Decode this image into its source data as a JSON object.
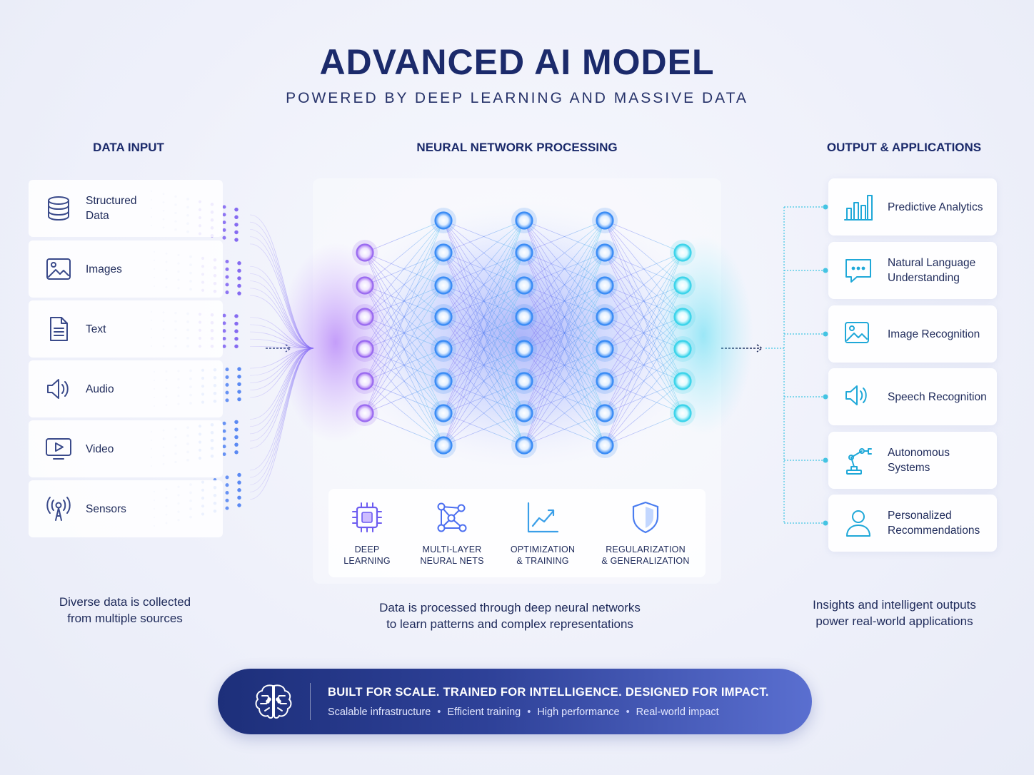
{
  "header": {
    "title": "ADVANCED AI MODEL",
    "subtitle": "POWERED BY DEEP LEARNING AND MASSIVE DATA"
  },
  "columns": {
    "input": "DATA INPUT",
    "processing": "NEURAL NETWORK PROCESSING",
    "output": "OUTPUT & APPLICATIONS"
  },
  "inputs": [
    {
      "label": "Structured Data",
      "icon": "database-icon"
    },
    {
      "label": "Images",
      "icon": "image-icon"
    },
    {
      "label": "Text",
      "icon": "document-icon"
    },
    {
      "label": "Audio",
      "icon": "speaker-icon"
    },
    {
      "label": "Video",
      "icon": "video-icon"
    },
    {
      "label": "Sensors",
      "icon": "sensor-icon"
    }
  ],
  "features": [
    {
      "label_line1": "DEEP",
      "label_line2": "LEARNING",
      "icon": "chip-icon"
    },
    {
      "label_line1": "MULTI-LAYER",
      "label_line2": "NEURAL NETS",
      "icon": "network-icon"
    },
    {
      "label_line1": "OPTIMIZATION",
      "label_line2": "& TRAINING",
      "icon": "line-chart-icon"
    },
    {
      "label_line1": "REGULARIZATION",
      "label_line2": "& GENERALIZATION",
      "icon": "shield-icon"
    }
  ],
  "outputs": [
    {
      "label": "Predictive Analytics",
      "icon": "bar-chart-icon"
    },
    {
      "label": "Natural Language Understanding",
      "icon": "chat-icon"
    },
    {
      "label": "Image Recognition",
      "icon": "image-icon"
    },
    {
      "label": "Speech Recognition",
      "icon": "speaker-icon"
    },
    {
      "label": "Autonomous Systems",
      "icon": "robot-arm-icon"
    },
    {
      "label": "Personalized Recommendations",
      "icon": "user-icon"
    }
  ],
  "network": {
    "layers": [
      6,
      8,
      8,
      8,
      6
    ],
    "colors": {
      "input": "#9a6bf0",
      "hidden": "#3a8cf5",
      "output": "#3cd4ea"
    }
  },
  "captions": {
    "input_line1": "Diverse data is collected",
    "input_line2": "from multiple sources",
    "processing_line1": "Data is processed through deep neural networks",
    "processing_line2": "to learn patterns and complex representations",
    "output_line1": "Insights and intelligent outputs",
    "output_line2": "power real-world applications"
  },
  "banner": {
    "headline": "BUILT FOR SCALE. TRAINED FOR INTELLIGENCE. DESIGNED FOR IMPACT.",
    "points": [
      "Scalable infrastructure",
      "Efficient training",
      "High performance",
      "Real-world impact"
    ],
    "icon": "brain-icon"
  },
  "colors": {
    "title": "#1b2a6b",
    "accent_purple": "#8b5cf6",
    "accent_blue": "#3b82f6",
    "accent_cyan": "#22d3ee",
    "banner_start": "#1d2f7a",
    "banner_end": "#5a6fd0"
  }
}
